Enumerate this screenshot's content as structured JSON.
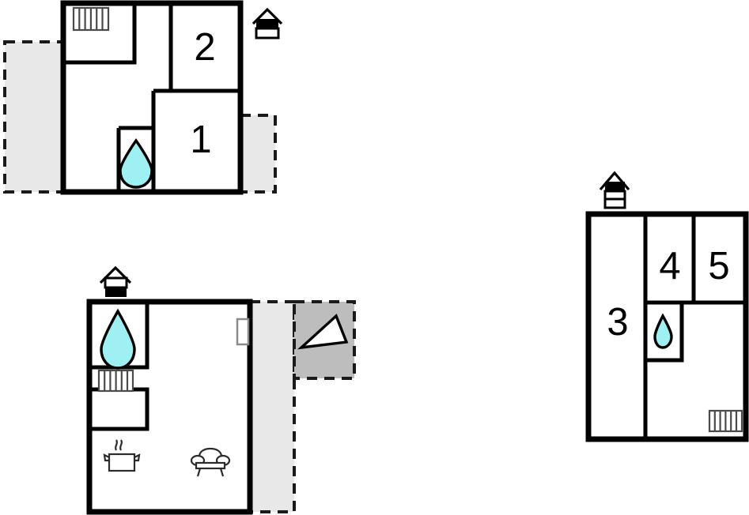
{
  "document": {
    "type": "floor-plan",
    "title": "Holiday home floor plan",
    "background_color": "#ffffff",
    "stroke_color": "#000000"
  },
  "palette": {
    "wall": "#000000",
    "room_fill": "#ffffff",
    "terrace_light": "#e8e8e8",
    "terrace_dark": "#bdbdbd",
    "water_drop": "#9ef0f2",
    "radiator_stroke": "#4a4a4a"
  },
  "levels": [
    {
      "id": "level-upper",
      "name": "upper-floor",
      "house_icon": {
        "name": "house-upper-icon",
        "description": "house with filled upper band and one white band",
        "bands": [
          "black",
          "white"
        ]
      },
      "rooms": [
        {
          "label": "2",
          "name": "room-2"
        },
        {
          "label": "1",
          "name": "room-1"
        }
      ],
      "features": [
        {
          "name": "radiator-icon",
          "label": "radiator"
        },
        {
          "name": "water-drop-icon",
          "label": "bathroom"
        }
      ],
      "terraces": [
        {
          "name": "terrace-left",
          "shade": "light"
        },
        {
          "name": "terrace-right",
          "shade": "light"
        }
      ]
    },
    {
      "id": "level-ground",
      "name": "ground-floor",
      "house_icon": {
        "name": "house-ground-icon",
        "description": "house with white band on top and filled lower band",
        "bands": [
          "white",
          "black"
        ]
      },
      "rooms": [],
      "features": [
        {
          "name": "water-drop-icon",
          "label": "bathroom"
        },
        {
          "name": "radiator-icon",
          "label": "radiator"
        },
        {
          "name": "cooking-pot-icon",
          "label": "kitchen"
        },
        {
          "name": "sofa-icon",
          "label": "living room"
        },
        {
          "name": "door-opening",
          "label": "terrace door"
        },
        {
          "name": "parasol-icon",
          "label": "parasol"
        }
      ],
      "terraces": [
        {
          "name": "terrace-side",
          "shade": "light"
        },
        {
          "name": "terrace-covered",
          "shade": "dark"
        }
      ]
    },
    {
      "id": "level-annex",
      "name": "annex-floor",
      "house_icon": {
        "name": "house-annex-icon",
        "description": "house with filled top band and two white bands",
        "bands": [
          "black",
          "white",
          "white"
        ]
      },
      "rooms": [
        {
          "label": "3",
          "name": "room-3"
        },
        {
          "label": "4",
          "name": "room-4"
        },
        {
          "label": "5",
          "name": "room-5"
        }
      ],
      "features": [
        {
          "name": "water-drop-icon",
          "label": "bathroom"
        },
        {
          "name": "radiator-icon",
          "label": "radiator"
        }
      ],
      "terraces": []
    }
  ],
  "room_labels": {
    "r1": "1",
    "r2": "2",
    "r3": "3",
    "r4": "4",
    "r5": "5"
  }
}
